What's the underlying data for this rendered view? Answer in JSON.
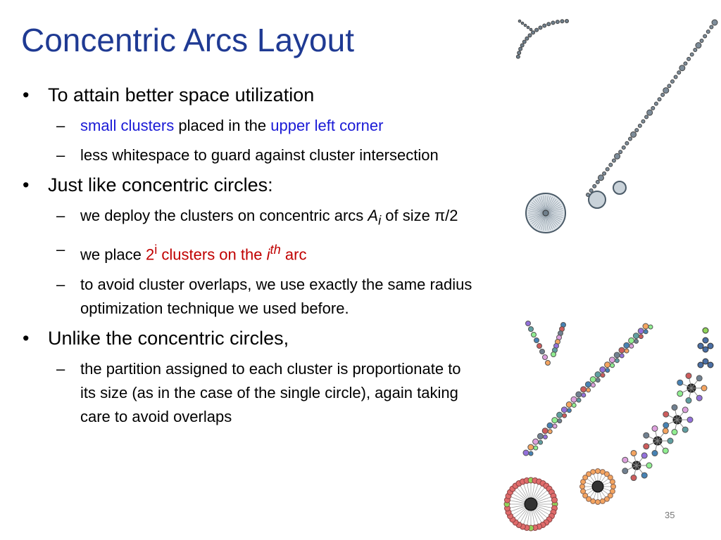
{
  "slide": {
    "title": "Concentric Arcs Layout",
    "page_number": "35",
    "colors": {
      "title": "#1f3a93",
      "highlight_blue": "#1a1ad6",
      "highlight_red": "#c00000"
    }
  },
  "bullets": {
    "b1": {
      "text": "To attain better space utilization",
      "s1": {
        "a": "small clusters",
        "b": " placed in the ",
        "c": "upper left corner"
      },
      "s2": {
        "text": "less whitespace to guard against cluster intersection"
      }
    },
    "b2": {
      "text": "Just like concentric circles:",
      "s1": {
        "a": "we deploy the clusters on concentric arcs ",
        "var": "A",
        "sub": "i",
        "b": " of size π/2"
      },
      "s2": {
        "a": "we place ",
        "red1": "2",
        "sup": "i",
        "red2": " clusters on the ",
        "ivar": "i",
        "th": "th",
        "red3": " arc"
      },
      "s3": {
        "text": "to avoid cluster overlaps, we use exactly the same radius optimization technique we used before."
      }
    },
    "b3": {
      "text": "Unlike the concentric circles,",
      "s1": {
        "text": "the partition assigned to each cluster is proportionate to its size (as in the case of the single circle), again taking care to avoid overlaps"
      }
    }
  },
  "figures": {
    "top_graph": {
      "description_icon": "concentric-arc-graph-icon"
    },
    "bottom_graph": {
      "description_icon": "colored-cluster-graph-icon"
    }
  }
}
